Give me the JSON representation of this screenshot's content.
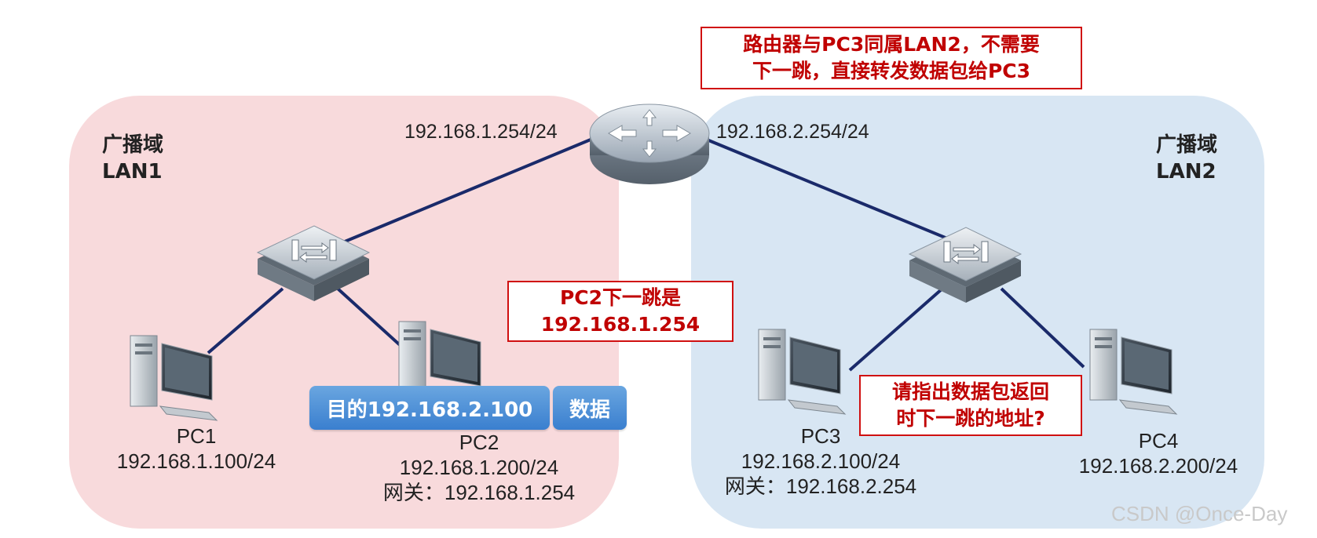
{
  "zones": {
    "lan1": {
      "line1": "广播域",
      "line2": "LAN1"
    },
    "lan2": {
      "line1": "广播域",
      "line2": "LAN2"
    }
  },
  "router": {
    "left_ip": "192.168.1.254/24",
    "right_ip": "192.168.2.254/24"
  },
  "callouts": {
    "top": {
      "line1": "路由器与PC3同属LAN2，不需要",
      "line2": "下一跳，直接转发数据包给PC3"
    },
    "pc2_hop": {
      "line1": "PC2下一跳是",
      "line2": "192.168.1.254"
    },
    "question": {
      "line1": "请指出数据包返回",
      "line2": "时下一跳的地址?"
    }
  },
  "packet": {
    "dest": "目的192.168.2.100",
    "payload": "数据"
  },
  "pcs": {
    "pc1": {
      "name": "PC1",
      "ip": "192.168.1.100/24"
    },
    "pc2": {
      "name": "PC2",
      "ip": "192.168.1.200/24",
      "gateway": "网关：192.168.1.254"
    },
    "pc3": {
      "name": "PC3",
      "ip": "192.168.2.100/24",
      "gateway": "网关：192.168.2.254"
    },
    "pc4": {
      "name": "PC4",
      "ip": "192.168.2.200/24"
    }
  },
  "watermark": "CSDN @Once-Day",
  "colors": {
    "lan1_zone": "#f8dadc",
    "lan2_zone": "#d8e6f3",
    "link": "#1a2a6a",
    "callout_red": "#d01010"
  }
}
